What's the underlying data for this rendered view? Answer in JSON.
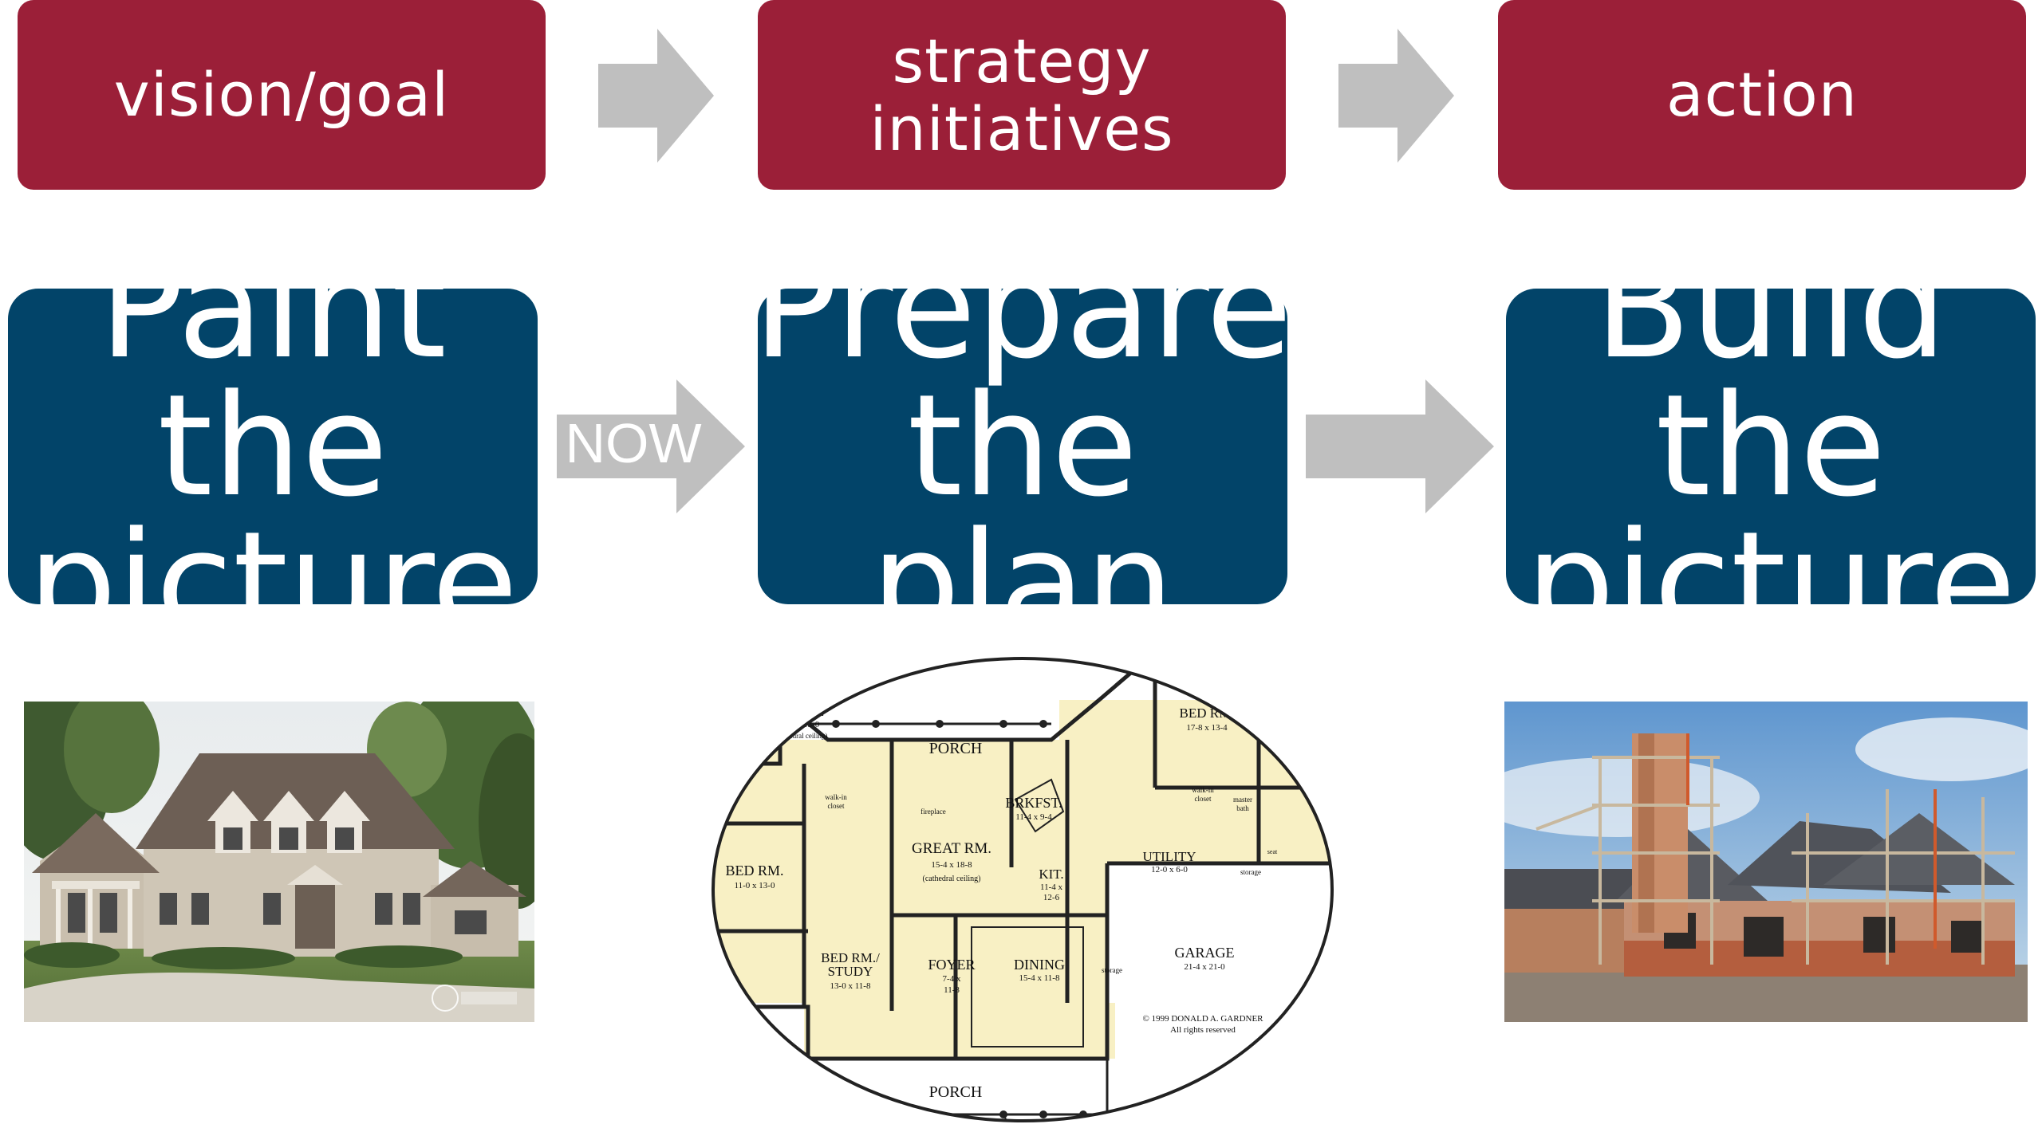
{
  "top_row": [
    {
      "lines": [
        "vision/goal"
      ]
    },
    {
      "lines": [
        "strategy",
        "initiatives"
      ]
    },
    {
      "lines": [
        "action"
      ]
    }
  ],
  "main_row": [
    {
      "lines": [
        "Paint the",
        "picture"
      ]
    },
    {
      "lines": [
        "Prepare",
        "the plan"
      ]
    },
    {
      "lines": [
        "Build the",
        "picture"
      ]
    }
  ],
  "arrow_label": "NOW",
  "floorplan": {
    "porch_top": "PORCH",
    "porch_bottom": "PORCH",
    "great_rm": "GREAT RM.",
    "great_rm_dim": "15-4 x 18-8",
    "great_rm_note": "(cathedral ceiling)",
    "brkfst": "BRKFST.",
    "brkfst_dim": "11-4 x 9-4",
    "bed_rm": "BED RM.",
    "bed_rm_dim": "11-0 x 13-0",
    "bed_study": "BED RM./",
    "bed_study2": "STUDY",
    "bed_study_dim": "13-0 x 11-8",
    "foyer": "FOYER",
    "foyer_dim": "7-4 x",
    "foyer_dim2": "11-8",
    "dining": "DINING",
    "dining_dim": "15-4 x 11-8",
    "kit": "KIT.",
    "kit_dim": "11-4 x",
    "kit_dim2": "12-6",
    "utility": "UTILITY",
    "utility_dim": "12-0 x 6-0",
    "garage": "GARAGE",
    "garage_dim": "21-4 x 21-0",
    "copyright": "© 1999 DONALD A. GARDNER",
    "rights": "All rights reserved",
    "storage": "storage",
    "bath": "bath",
    "walkin": "walk-in",
    "closet": "closet",
    "master_bath": "master",
    "master_bath2": "bath",
    "fireplace": "fireplace",
    "master_bed": "BED RM.",
    "master_bed_dim": "17-8 x 13-4",
    "left_rm": "RM.",
    "left_rm_dim": "x 13-0",
    "left_rm_note": "cathedral ceiling)",
    "seat": "seat"
  },
  "colors": {
    "red": "#9b1f38",
    "blue": "#024469",
    "arrow": "#bfbfbf"
  }
}
